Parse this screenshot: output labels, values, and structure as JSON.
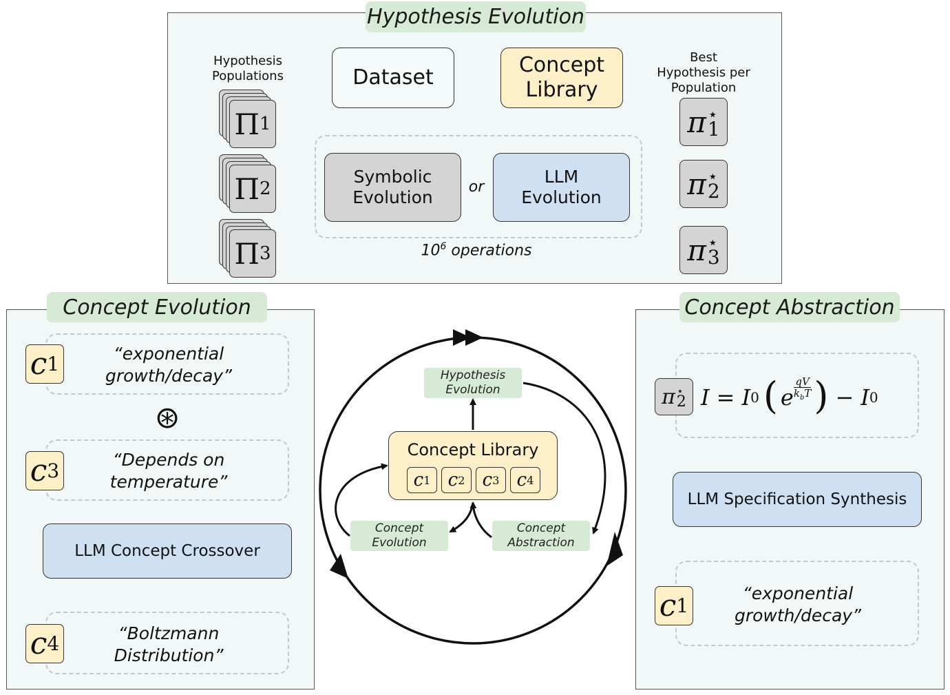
{
  "hypothesis_evolution": {
    "title": "Hypothesis Evolution",
    "populations_label": "Hypothesis Populations",
    "populations": [
      {
        "symbol": "Π",
        "index": "1"
      },
      {
        "symbol": "Π",
        "index": "2"
      },
      {
        "symbol": "Π",
        "index": "3"
      }
    ],
    "dataset_label": "Dataset",
    "concept_library_label": "Concept Library",
    "symbolic_label": "Symbolic Evolution",
    "or_label": "or",
    "llm_label": "LLM Evolution",
    "operations_base": "10",
    "operations_exp": "6",
    "operations_text": " operations",
    "best_label": "Best Hypothesis per Population",
    "best": [
      {
        "symbol": "π",
        "star": "⋆",
        "index": "1"
      },
      {
        "symbol": "π",
        "star": "⋆",
        "index": "2"
      },
      {
        "symbol": "π",
        "star": "⋆",
        "index": "3"
      }
    ]
  },
  "concept_evolution": {
    "title": "Concept Evolution",
    "items": [
      {
        "symbol": "c",
        "index": "1",
        "text": "“exponential growth/decay”"
      },
      {
        "symbol": "c",
        "index": "3",
        "text": "“Depends on temperature”"
      },
      {
        "symbol": "c",
        "index": "4",
        "text": "“Boltzmann Distribution”"
      }
    ],
    "operator": "⊛",
    "crossover_label": "LLM Concept Crossover"
  },
  "center_cycle": {
    "hypothesis_label": "Hypothesis Evolution",
    "library_label": "Concept Library",
    "library_items": [
      {
        "symbol": "c",
        "index": "1"
      },
      {
        "symbol": "c",
        "index": "2"
      },
      {
        "symbol": "c",
        "index": "3"
      },
      {
        "symbol": "c",
        "index": "4"
      }
    ],
    "concept_evolution_label": "Concept Evolution",
    "concept_abstraction_label": "Concept Abstraction"
  },
  "concept_abstraction": {
    "title": "Concept Abstraction",
    "hypothesis": {
      "symbol": "π",
      "star": "⋆",
      "index": "2"
    },
    "equation": {
      "lhs": "I",
      "eq": "=",
      "i0": "I",
      "sub0": "0",
      "e": "e",
      "num": "qV",
      "den": "k",
      "den_sub": "b",
      "den_t": "T",
      "minus": "−"
    },
    "synthesis_label": "LLM Specification Synthesis",
    "result": {
      "symbol": "c",
      "index": "1",
      "text": "“exponential growth/decay”"
    }
  },
  "colors": {
    "panel_bg": "#f2f7f7",
    "title_green": "#d6ead6",
    "yellow": "#fdefc8",
    "gray": "#d4d4d4",
    "blue": "#cfe0f3"
  }
}
